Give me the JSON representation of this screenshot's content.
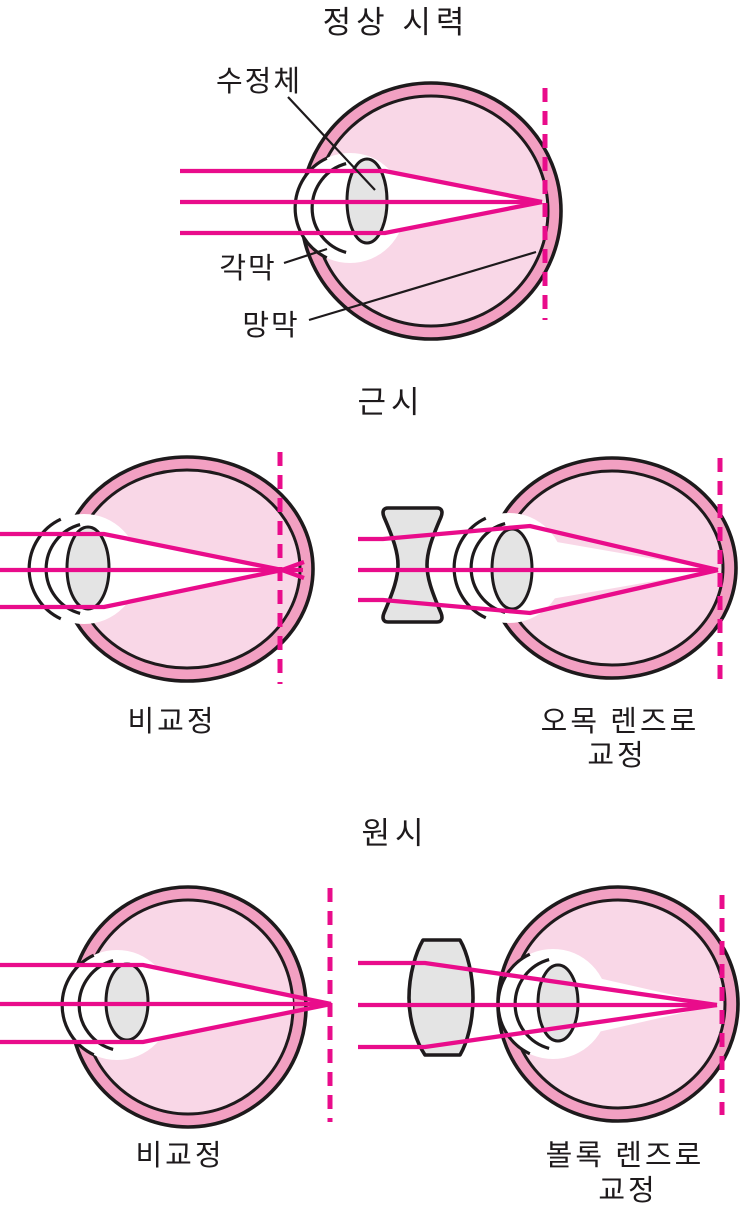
{
  "colors": {
    "background": "#FFFFFF",
    "ray": "#E90C8B",
    "dashed_focus_line": "#E90C8B",
    "sclera_ring": "#F2A0C2",
    "eye_interior": "#F9D7E7",
    "lens_fill": "#E4E4E4",
    "outline": "#1E1A1C",
    "text": "#1E1A1C"
  },
  "normal_vision": {
    "title": "정상 시력",
    "label_lens": "수정체",
    "label_cornea": "각막",
    "label_retina": "망막"
  },
  "myopia": {
    "title": "근시",
    "uncorrected_caption": "비교정",
    "corrected_caption_line1": "오목 렌즈로",
    "corrected_caption_line2": "교정"
  },
  "hyperopia": {
    "title": "원시",
    "uncorrected_caption": "비교정",
    "corrected_caption_line1": "볼록 렌즈로",
    "corrected_caption_line2": "교정"
  }
}
